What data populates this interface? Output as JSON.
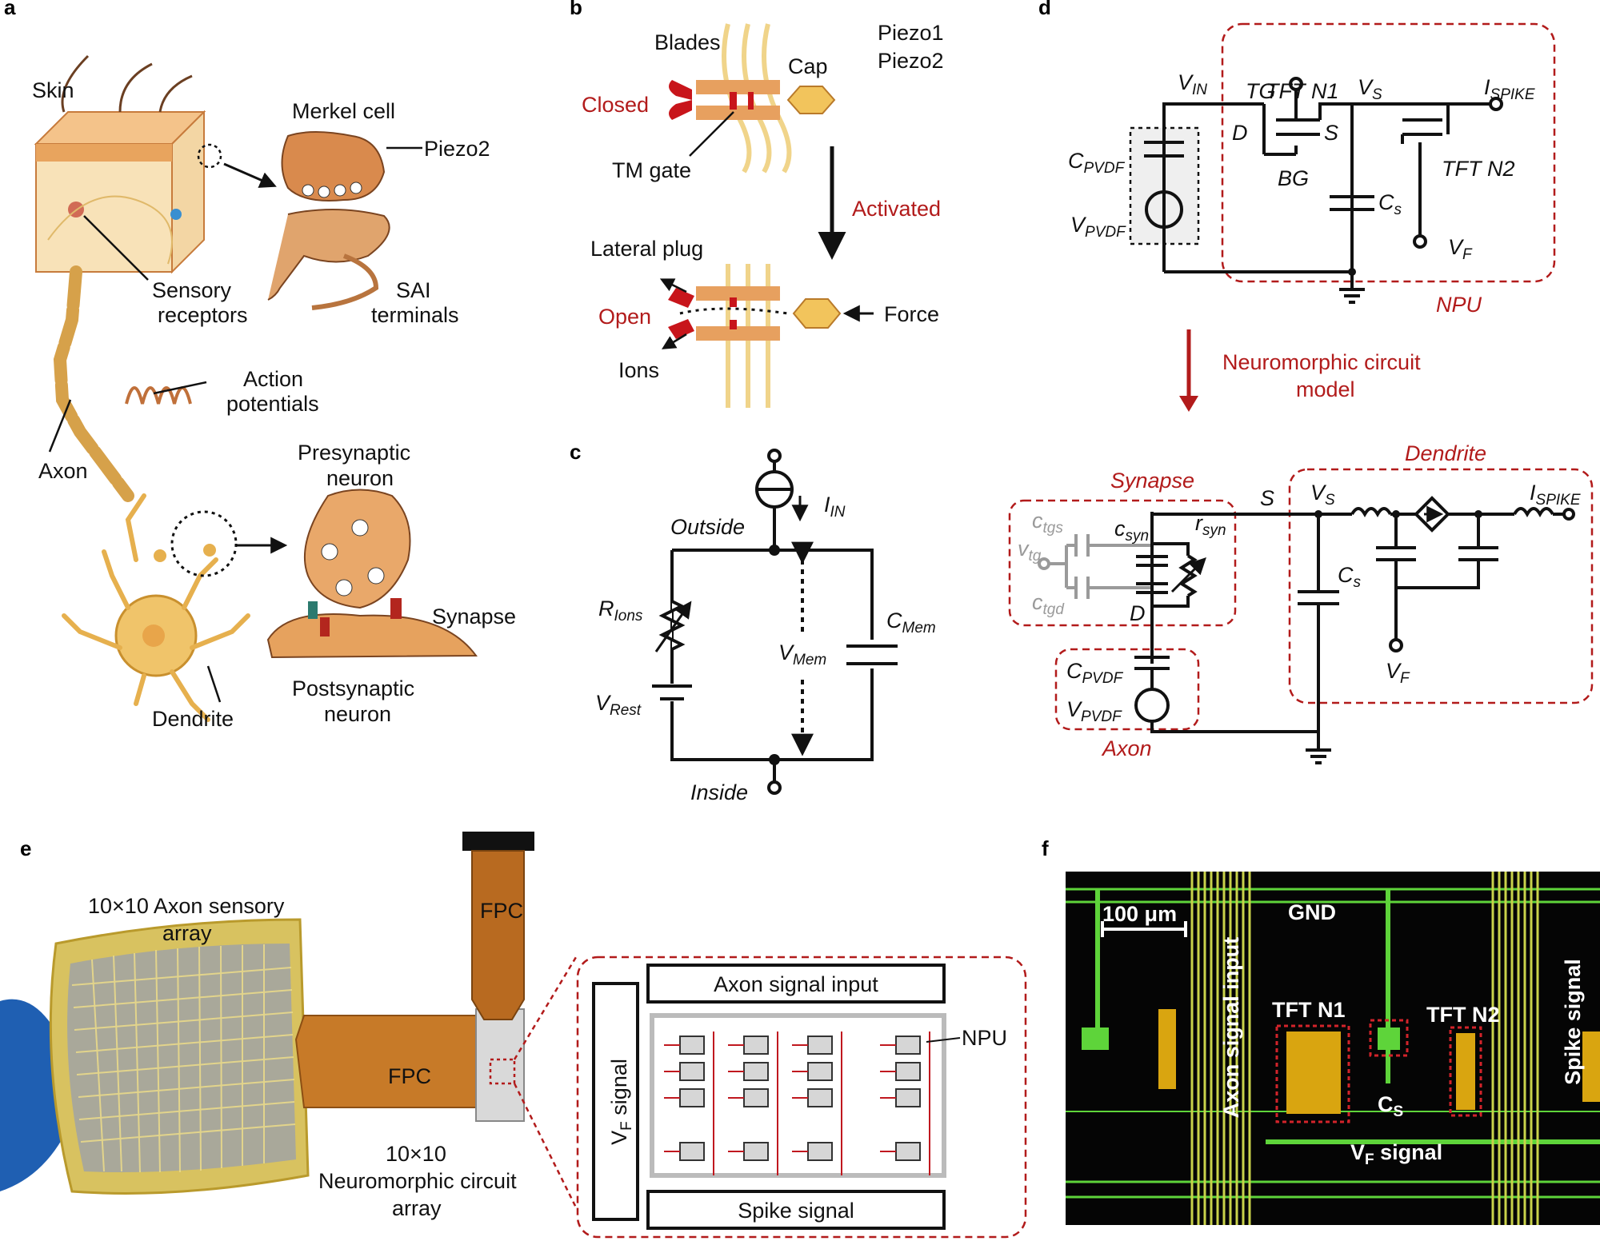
{
  "panels": {
    "a": "a",
    "b": "b",
    "c": "c",
    "d": "d",
    "e": "e",
    "f": "f"
  },
  "panel_a": {
    "skin": "Skin",
    "merkel": "Merkel cell",
    "piezo2": "Piezo2",
    "sensory1": "Sensory",
    "sensory2": "receptors",
    "sai1": "SAI",
    "sai2": "terminals",
    "ap1": "Action",
    "ap2": "potentials",
    "axon": "Axon",
    "pre1": "Presynaptic",
    "pre2": "neuron",
    "synapse": "Synapse",
    "post1": "Postsynaptic",
    "post2": "neuron",
    "dendrite": "Dendrite"
  },
  "panel_b": {
    "blades": "Blades",
    "piezo1": "Piezo1",
    "piezo2": "Piezo2",
    "cap": "Cap",
    "closed": "Closed",
    "tm_gate": "TM gate",
    "activated": "Activated",
    "lateral_plug": "Lateral plug",
    "open": "Open",
    "force": "Force",
    "ions": "Ions"
  },
  "panel_c": {
    "i_in": "I",
    "i_in_sub": "IN",
    "outside": "Outside",
    "inside": "Inside",
    "r_ions": "R",
    "r_ions_sub": "Ions",
    "v_mem": "V",
    "v_mem_sub": "Mem",
    "c_mem": "C",
    "c_mem_sub": "Mem",
    "v_rest": "V",
    "v_rest_sub": "Rest"
  },
  "panel_d": {
    "v_in": "V",
    "v_in_sub": "IN",
    "tft_n1": "TFT N1",
    "tg": "TG",
    "v_s": "V",
    "v_s_sub": "S",
    "i_spike": "I",
    "i_spike_sub": "SPIKE",
    "c_pvdf": "C",
    "c_pvdf_sub": "PVDF",
    "d": "D",
    "s": "S",
    "bg": "BG",
    "tft_n2": "TFT N2",
    "c_s": "C",
    "c_s_sub": "s",
    "v_pvdf": "V",
    "v_pvdf_sub": "PVDF",
    "v_f": "V",
    "v_f_sub": "F",
    "npu": "NPU",
    "model1": "Neuromorphic circuit",
    "model2": "model",
    "synapse": "Synapse",
    "dendrite": "Dendrite",
    "axon": "Axon",
    "c_tgs": "c",
    "c_tgs_sub": "tgs",
    "v_tg": "v",
    "v_tg_sub": "tg",
    "c_tgd": "c",
    "c_tgd_sub": "tgd",
    "c_syn": "c",
    "c_syn_sub": "syn",
    "r_syn": "r",
    "r_syn_sub": "syn"
  },
  "panel_e": {
    "axon_array1": "10×10 Axon sensory",
    "axon_array2": "array",
    "fpc": "FPC",
    "fpc_top": "FPC",
    "neuro1": "10×10",
    "neuro2": "Neuromorphic circuit",
    "neuro3": "array",
    "axon_input": "Axon signal input",
    "vf_signal": "V",
    "vf_sub": "F",
    "vf_rest": " signal",
    "npu": "NPU",
    "spike_signal": "Spike signal"
  },
  "panel_f": {
    "scale": "100 μm",
    "gnd": "GND",
    "axon_input": "Axon signal input",
    "tft_n1": "TFT N1",
    "tft_n2": "TFT N2",
    "c_s": "C",
    "c_s_sub": "S",
    "vf": "V",
    "vf_sub": "F",
    "vf_rest": " signal",
    "spike": "Spike signal"
  }
}
